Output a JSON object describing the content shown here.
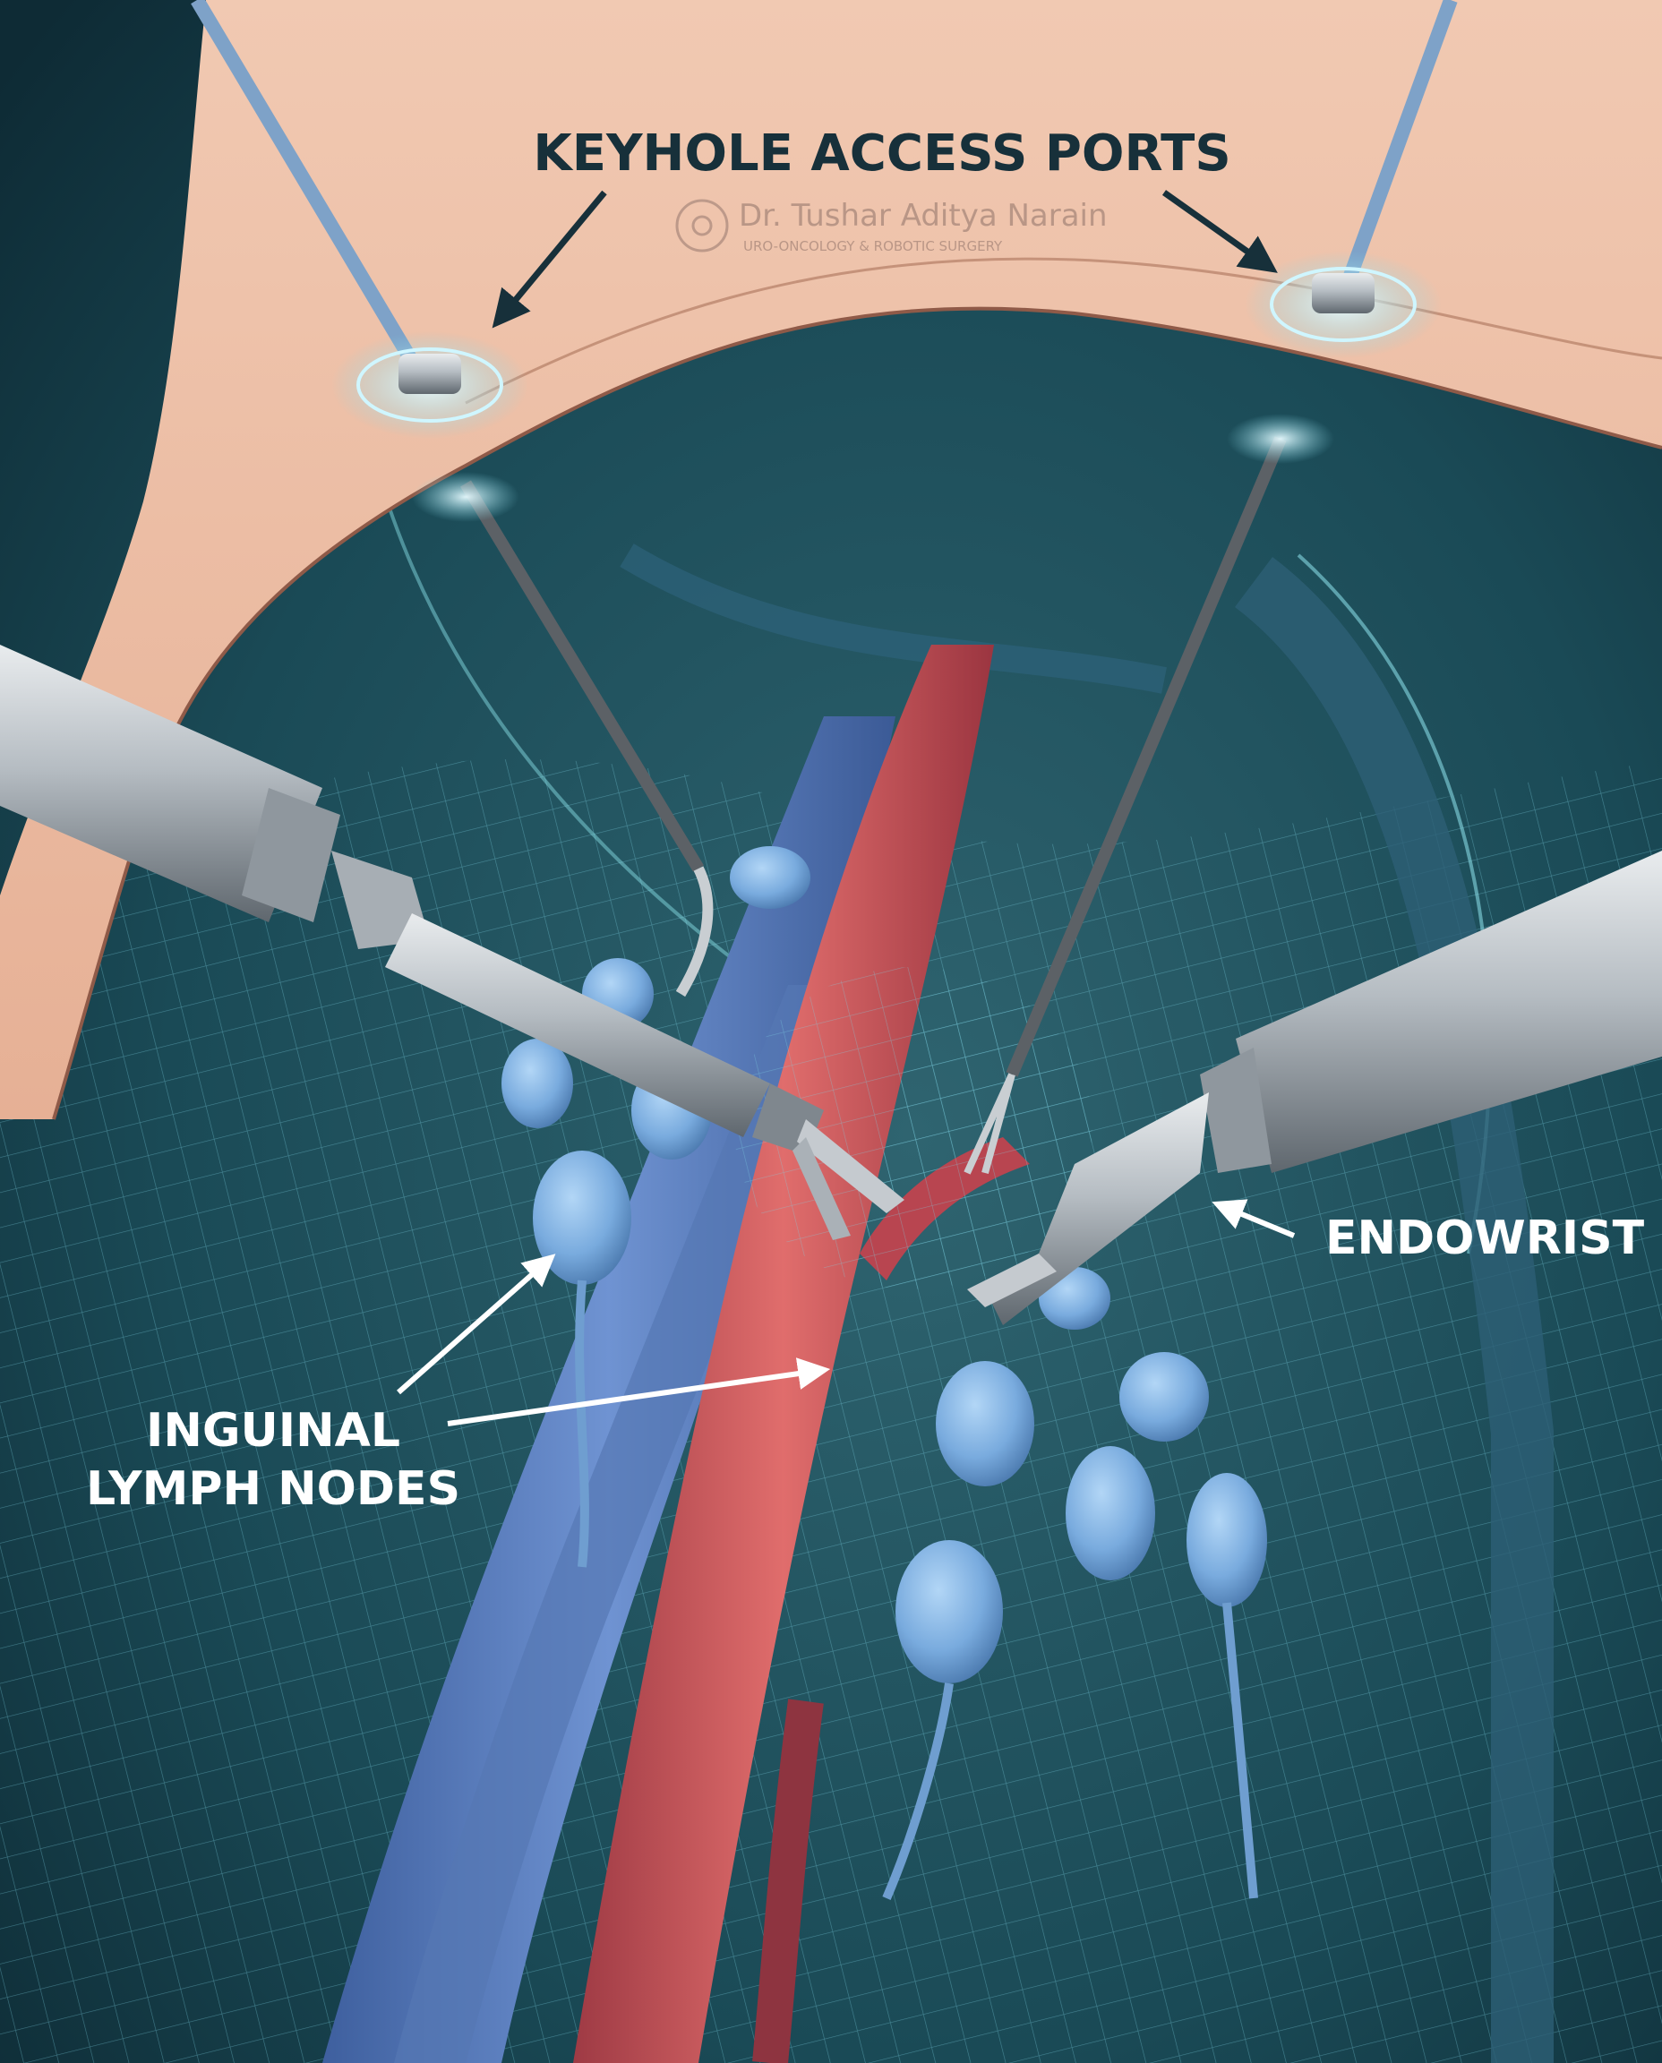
{
  "labels": {
    "ports": "KEYHOLE ACCESS PORTS",
    "endowrist": "ENDOWRIST",
    "nodes_line1": "INGUINAL",
    "nodes_line2": "LYMPH NODES"
  },
  "watermark": {
    "name": "Dr. Tushar Aditya Narain",
    "subtitle": "URO-ONCOLOGY & ROBOTIC SURGERY"
  },
  "colors": {
    "background": "#123a46",
    "skin": "#efc0a6",
    "skin_edge": "#8f5a48",
    "vein": "#5a7fc0",
    "artery": "#c8545a",
    "lymph_node": "#7aaee0",
    "mesh": "#7fd6e6",
    "metal": "#b8bec4",
    "label_text": "#ffffff",
    "title_text": "#17303a"
  }
}
